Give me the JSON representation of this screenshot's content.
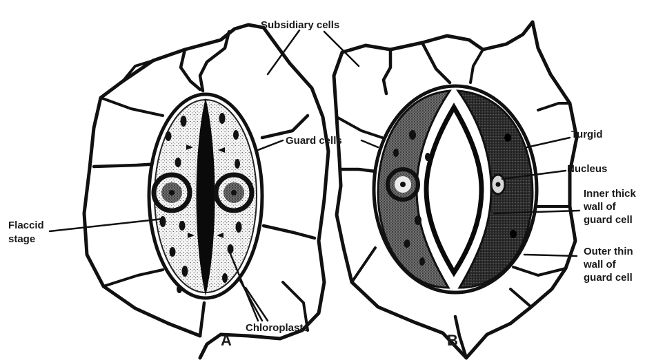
{
  "labels": {
    "subsidiary_cells": "Subsidiary cells",
    "guard_cells": "Guard cells",
    "flaccid_stage": "Flaccid\nstage",
    "chloroplasts": "Chloroplasts",
    "turgid": "Turgid",
    "nucleus": "Nucleus",
    "inner_thick_wall": "Inner thick\nwall of\nguard cell",
    "outer_thin_wall": "Outer thin\nwall of\nguard cell",
    "panel_a": "A",
    "panel_b": "B"
  }
}
